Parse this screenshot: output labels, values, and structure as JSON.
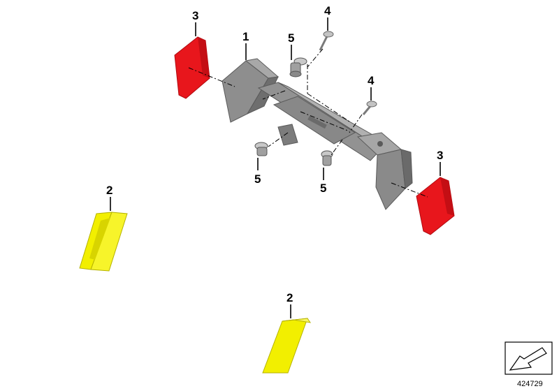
{
  "parts": [
    {
      "id": "bracket",
      "label": "1"
    },
    {
      "id": "yellow-reflector",
      "label": "2"
    },
    {
      "id": "red-reflector",
      "label": "3"
    },
    {
      "id": "screw",
      "label": "4"
    },
    {
      "id": "grommet",
      "label": "5"
    }
  ],
  "callouts": {
    "bracket": "1",
    "yellow_left": "2",
    "yellow_bottom": "2",
    "red_left": "3",
    "red_right": "3",
    "screw_top": "4",
    "screw_right": "4",
    "grommet_top": "5",
    "grommet_left": "5",
    "grommet_bottom": "5"
  },
  "document_number": "424729",
  "colors": {
    "bracket": "#8c8c8c",
    "bracket_dark": "#6a6a6a",
    "reflector_red": "#e8161c",
    "reflector_yellow": "#f2ef00",
    "hardware": "#b4b4b4"
  },
  "icons": [
    "arrow-symbol-icon"
  ]
}
